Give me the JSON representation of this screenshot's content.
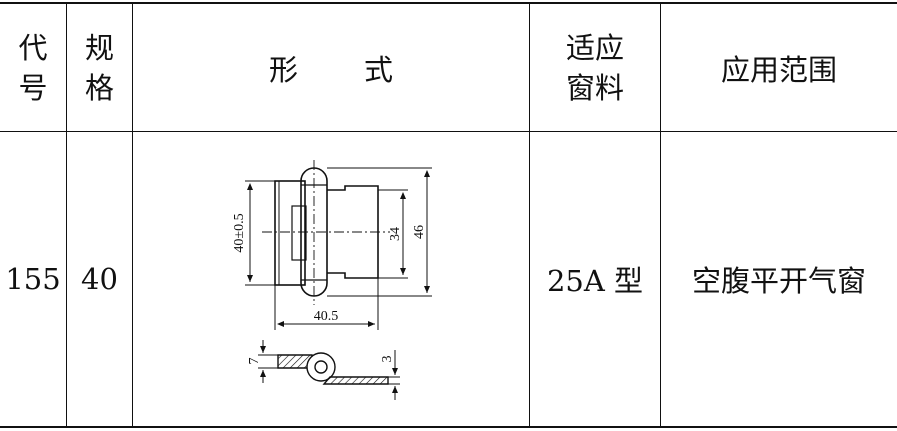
{
  "table": {
    "headers": {
      "code": [
        "代",
        "号"
      ],
      "spec": [
        "规",
        "格"
      ],
      "form_a": "形",
      "form_b": "式",
      "window": [
        "适应",
        "窗料"
      ],
      "usage": "应用范围"
    },
    "row": {
      "code": "155",
      "spec": "40",
      "window": "25A 型",
      "usage": "空腹平开气窗"
    }
  },
  "drawing": {
    "dim_width": "40.5",
    "dim_height_tol": "40±0.5",
    "dim_inner": "34",
    "dim_outer": "46",
    "dim_leaf": "7",
    "dim_thick": "3"
  }
}
